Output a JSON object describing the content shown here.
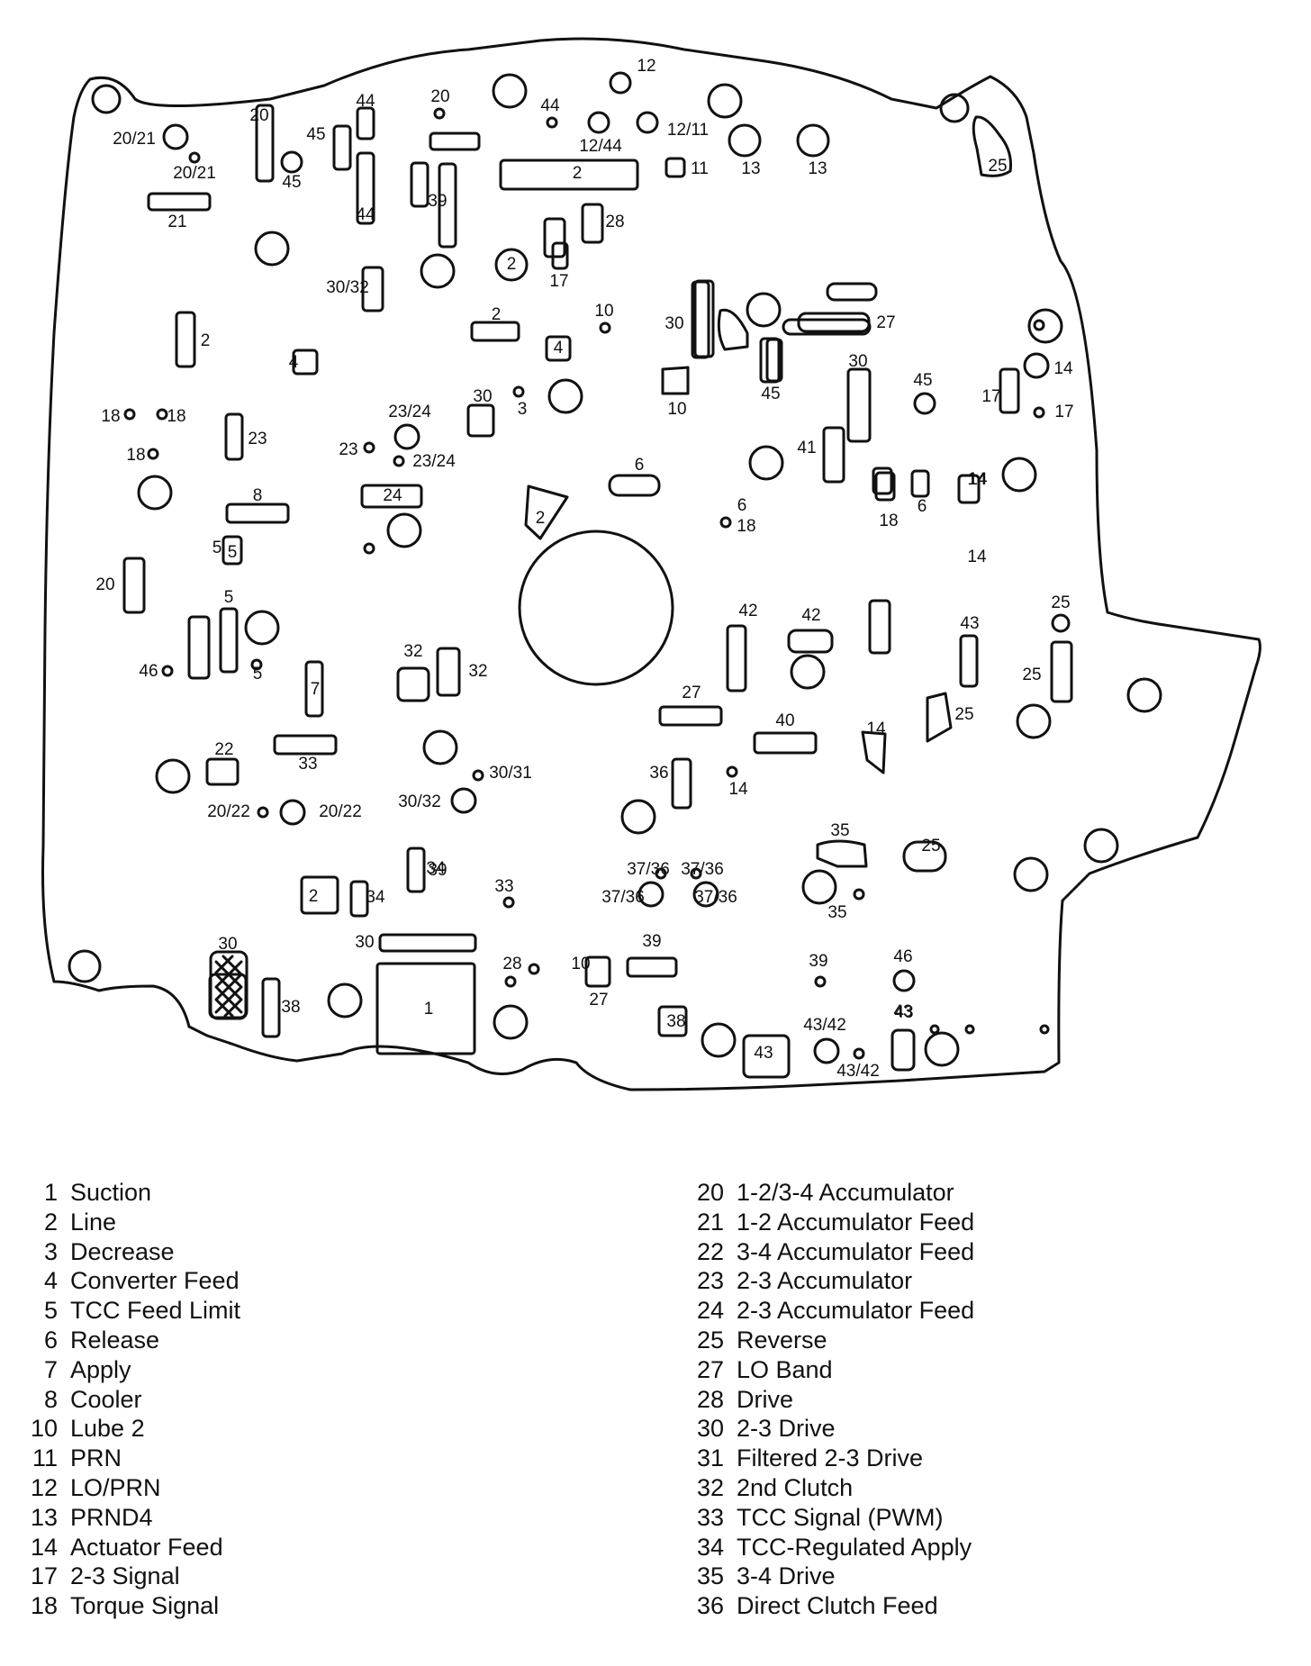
{
  "diagram": {
    "labels": [
      "1",
      "2",
      "2",
      "2",
      "2",
      "2",
      "2",
      "3",
      "4",
      "4",
      "5",
      "5",
      "5",
      "5",
      "6",
      "6",
      "6",
      "7",
      "8",
      "10",
      "10",
      "10",
      "11",
      "12",
      "12/11",
      "12/44",
      "13",
      "13",
      "14",
      "14",
      "14",
      "14",
      "14",
      "14",
      "17",
      "17",
      "17",
      "18",
      "18",
      "18",
      "18",
      "18",
      "20",
      "20",
      "20",
      "20/21",
      "20/21",
      "20/22",
      "20/22",
      "21",
      "22",
      "23",
      "23",
      "23/24",
      "23/24",
      "24",
      "25",
      "25",
      "25",
      "25",
      "25",
      "27",
      "27",
      "27",
      "28",
      "28",
      "30",
      "30",
      "30",
      "30",
      "30",
      "30/31",
      "30/32",
      "30/32",
      "32",
      "32",
      "33",
      "33",
      "34",
      "34",
      "35",
      "35",
      "36",
      "37/36",
      "37/36",
      "37/36",
      "37/36",
      "38",
      "38",
      "39",
      "39",
      "39",
      "39",
      "40",
      "41",
      "42",
      "42",
      "43",
      "43",
      "43",
      "43",
      "43/42",
      "43/42",
      "44",
      "44",
      "44",
      "45",
      "45",
      "45",
      "45",
      "46",
      "46"
    ]
  },
  "legend": {
    "left": [
      {
        "num": "1",
        "label": "Suction"
      },
      {
        "num": "2",
        "label": "Line"
      },
      {
        "num": "3",
        "label": "Decrease"
      },
      {
        "num": "4",
        "label": "Converter Feed"
      },
      {
        "num": "5",
        "label": "TCC Feed Limit"
      },
      {
        "num": "6",
        "label": "Release"
      },
      {
        "num": "7",
        "label": "Apply"
      },
      {
        "num": "8",
        "label": "Cooler"
      },
      {
        "num": "10",
        "label": "Lube 2"
      },
      {
        "num": "11",
        "label": "PRN"
      },
      {
        "num": "12",
        "label": "LO/PRN"
      },
      {
        "num": "13",
        "label": "PRND4"
      },
      {
        "num": "14",
        "label": "Actuator Feed"
      },
      {
        "num": "17",
        "label": "2-3 Signal"
      },
      {
        "num": "18",
        "label": "Torque Signal"
      }
    ],
    "right": [
      {
        "num": "20",
        "label": "1-2/3-4 Accumulator"
      },
      {
        "num": "21",
        "label": "1-2 Accumulator Feed"
      },
      {
        "num": "22",
        "label": "3-4 Accumulator Feed"
      },
      {
        "num": "23",
        "label": "2-3 Accumulator"
      },
      {
        "num": "24",
        "label": "2-3 Accumulator Feed"
      },
      {
        "num": "25",
        "label": "Reverse"
      },
      {
        "num": "27",
        "label": "LO Band"
      },
      {
        "num": "28",
        "label": "Drive"
      },
      {
        "num": "30",
        "label": "2-3 Drive"
      },
      {
        "num": "31",
        "label": "Filtered 2-3 Drive"
      },
      {
        "num": "32",
        "label": "2nd Clutch"
      },
      {
        "num": "33",
        "label": "TCC Signal (PWM)"
      },
      {
        "num": "34",
        "label": "TCC-Regulated Apply"
      },
      {
        "num": "35",
        "label": "3-4 Drive"
      },
      {
        "num": "36",
        "label": "Direct Clutch Feed"
      }
    ]
  }
}
